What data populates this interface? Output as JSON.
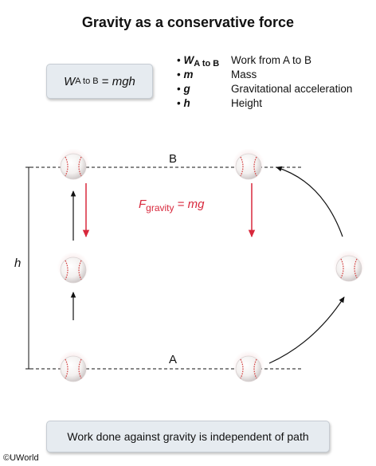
{
  "title": "Gravity as a conservative force",
  "formula": {
    "lhs_symbol": "W",
    "lhs_subscript": "A to B",
    "equals": "=",
    "rhs": "mgh"
  },
  "legend": [
    {
      "bullet": "•",
      "symbol": "W",
      "subscript": "A to B",
      "description": "Work from A to B"
    },
    {
      "bullet": "•",
      "symbol": "m",
      "subscript": "",
      "description": "Mass"
    },
    {
      "bullet": "•",
      "symbol": "g",
      "subscript": "",
      "description": "Gravitational acceleration"
    },
    {
      "bullet": "•",
      "symbol": "h",
      "subscript": "",
      "description": "Height"
    }
  ],
  "force_label": {
    "symbol": "F",
    "subscript": "gravity",
    "equals": "=",
    "rhs": "mg"
  },
  "point_labels": {
    "top": "B",
    "bottom": "A"
  },
  "height_label": "h",
  "note": "Work done against gravity is independent of path",
  "copyright": "©UWorld",
  "colors": {
    "force": "#d8283c",
    "box_bg": "#e6ebf0",
    "lines": "#111111"
  }
}
